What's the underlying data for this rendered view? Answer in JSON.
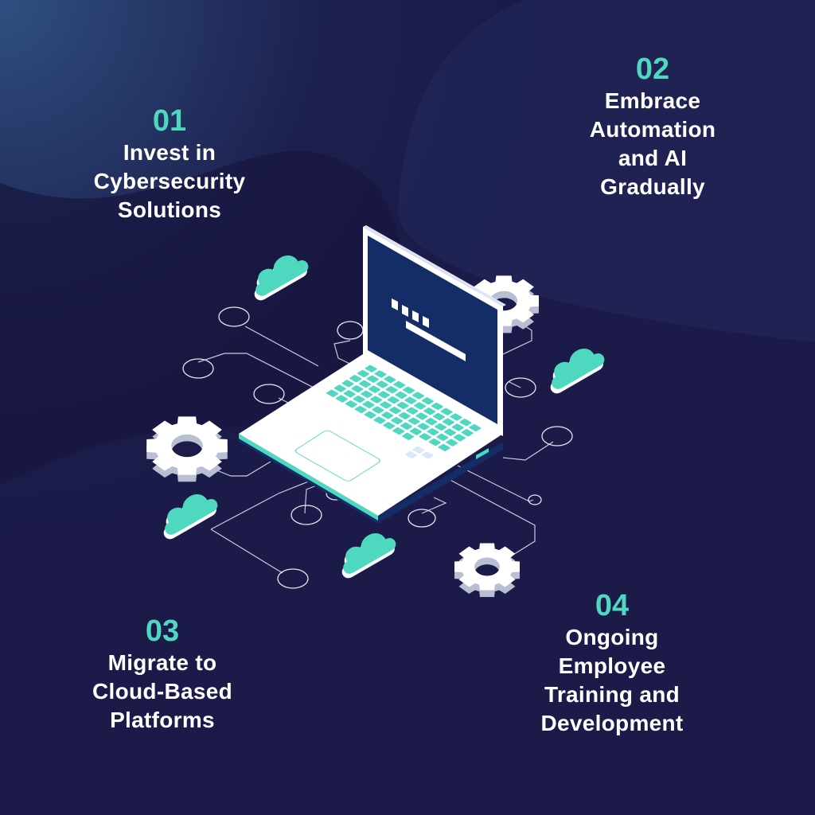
{
  "colors": {
    "accent": "#4ed8c0",
    "background": "#1b1a48",
    "screen": "#142d66"
  },
  "steps": [
    {
      "number": "01",
      "title": "Invest in\nCybersecurity\nSolutions"
    },
    {
      "number": "02",
      "title": "Embrace\nAutomation\nand AI\nGradually"
    },
    {
      "number": "03",
      "title": "Migrate to\nCloud-Based\nPlatforms"
    },
    {
      "number": "04",
      "title": "Ongoing\nEmployee\nTraining and\nDevelopment"
    }
  ]
}
